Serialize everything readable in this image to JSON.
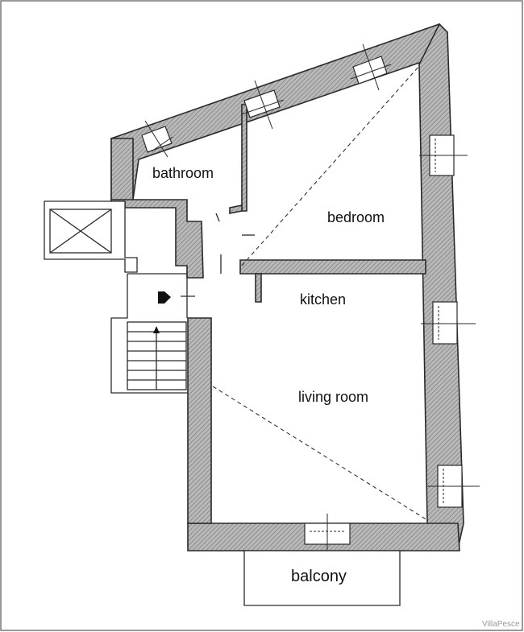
{
  "rooms": {
    "bathroom": "bathroom",
    "bedroom": "bedroom",
    "kitchen": "kitchen",
    "living_room": "living room",
    "balcony": "balcony"
  },
  "credit": "VillaPesce",
  "colors": {
    "wall_stroke": "#2a2a2a",
    "wall_hatch_bg": "#b9b9b9",
    "background": "#ffffff"
  }
}
